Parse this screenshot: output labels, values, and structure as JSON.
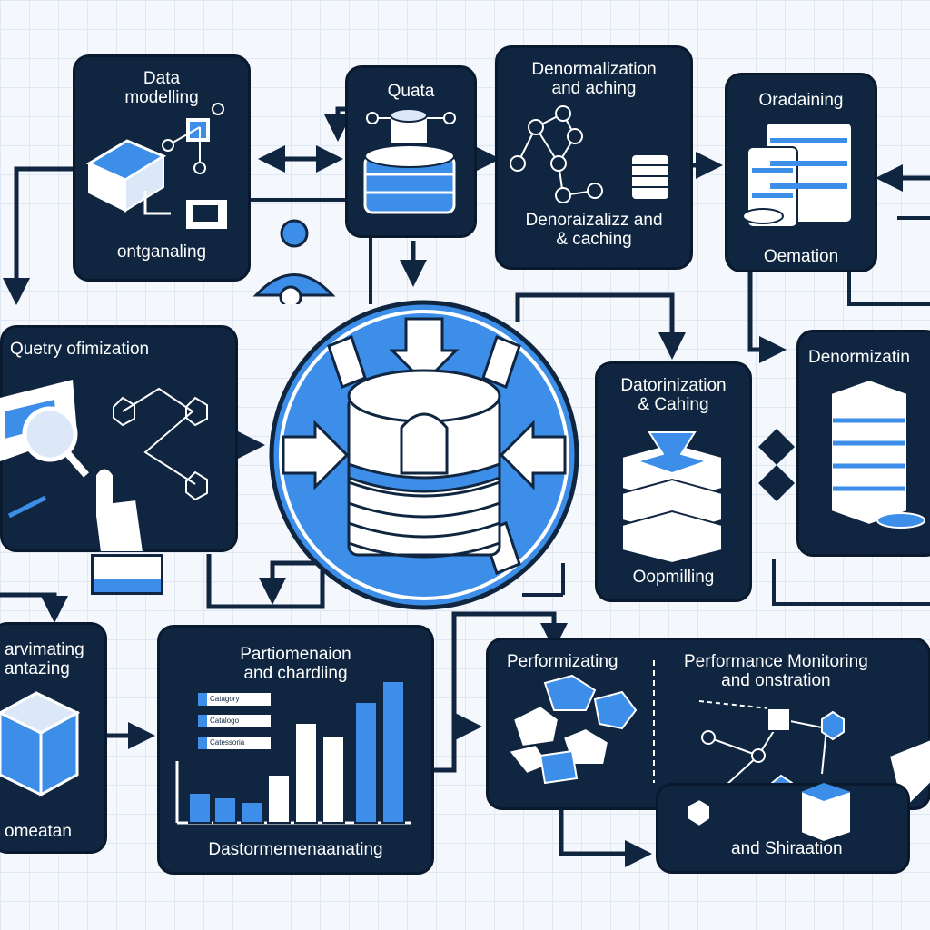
{
  "labels": {
    "data_modelling": "Data\nmodelling",
    "ontanaling": "ontganaling",
    "quata": "Quata",
    "denorm_top": "Denormalization\nand aching",
    "denorm_mid": "Denoraizalizz and\n& caching",
    "oradaining": "Oradaining",
    "oemation": "Oemation",
    "query_opt": "Quetry ofimization",
    "datorinization": "Datorinization\n& Cahing",
    "opmilling": "Oopmilling",
    "denormizatin": "Denormizatin",
    "harvimating": "arvimating\nantazing",
    "omeatan": "omeatan",
    "partitioning": "Partiomenaion\nand chardiing",
    "dastor": "Dastormemenaanating",
    "performizating": "Performizating",
    "perf_monitoring": "Performance Monitoring\nand onstration",
    "shiraation": "and Shiraation",
    "legend_items": [
      "Catagory",
      "Catalogo",
      "Catessoria"
    ]
  },
  "colors": {
    "navy": "#0f2540",
    "accent": "#3d8ee8",
    "light": "#f4f7fc"
  }
}
